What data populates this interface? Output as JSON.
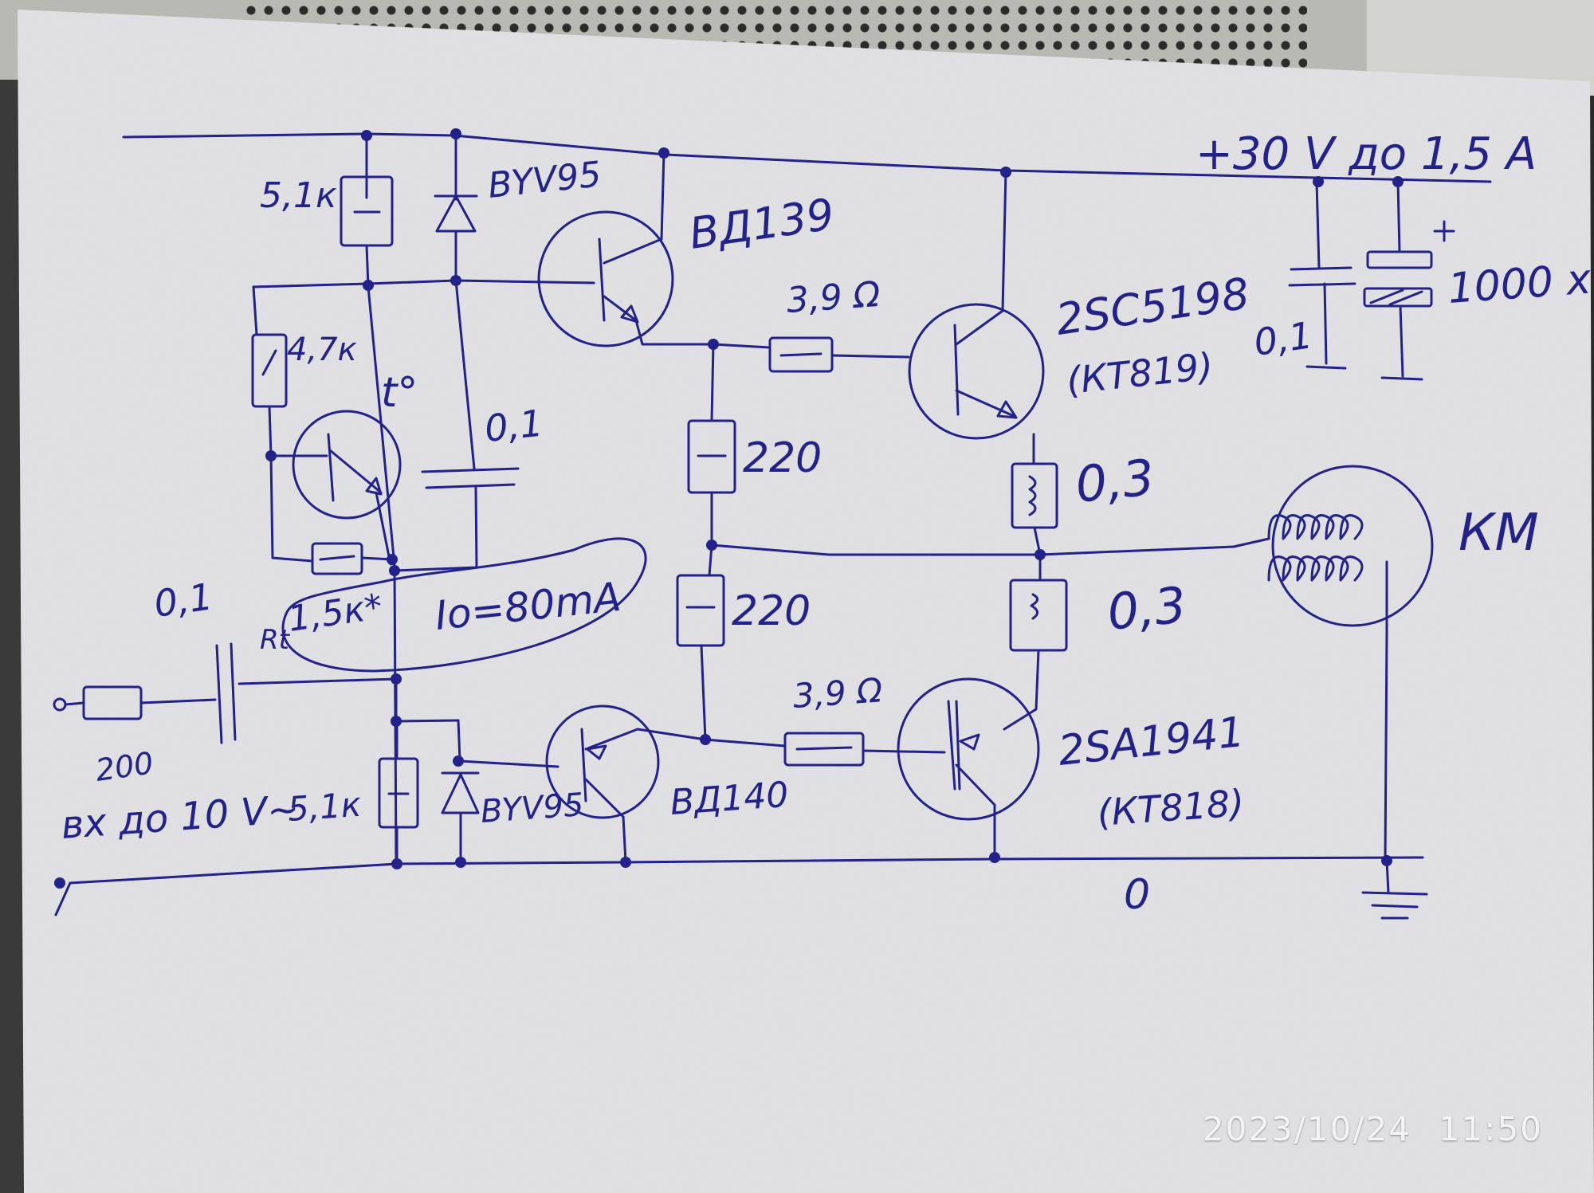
{
  "timestamp": {
    "date": "2023/10/24",
    "time": "11:50"
  },
  "schematic": {
    "supply_label": "+30 V до 1,5 A",
    "ground_label": "0",
    "input_label": "вх до 10 V~",
    "speaker_label": "КМ",
    "idle_current": "Io=80mA",
    "thermal_label": "t°",
    "rt_label": "Rt",
    "components": {
      "r_top_left": "5,1к",
      "r_47k": "4,7к",
      "r_15k": "1,5к*",
      "r_in": "200",
      "c_in": "0,1",
      "c_bias": "0,1",
      "r_bottom_left": "5,1к",
      "d_top": "BYV95",
      "d_bottom": "BYV95",
      "q_driver_top": "ВД139",
      "q_driver_bottom": "ВД140",
      "r_base_top": "3,9 Ω",
      "r_base_bottom": "3,9 Ω",
      "r_mid_top": "220",
      "r_mid_bottom": "220",
      "q_out_top": "2SC5198",
      "q_out_top_alt": "(КТ819)",
      "q_out_bottom": "2SA1941",
      "q_out_bottom_alt": "(КТ818)",
      "r_emit_top": "0,3",
      "r_emit_bottom": "0,3",
      "c_supply_small": "0,1",
      "c_supply_big": "1000 x"
    }
  }
}
